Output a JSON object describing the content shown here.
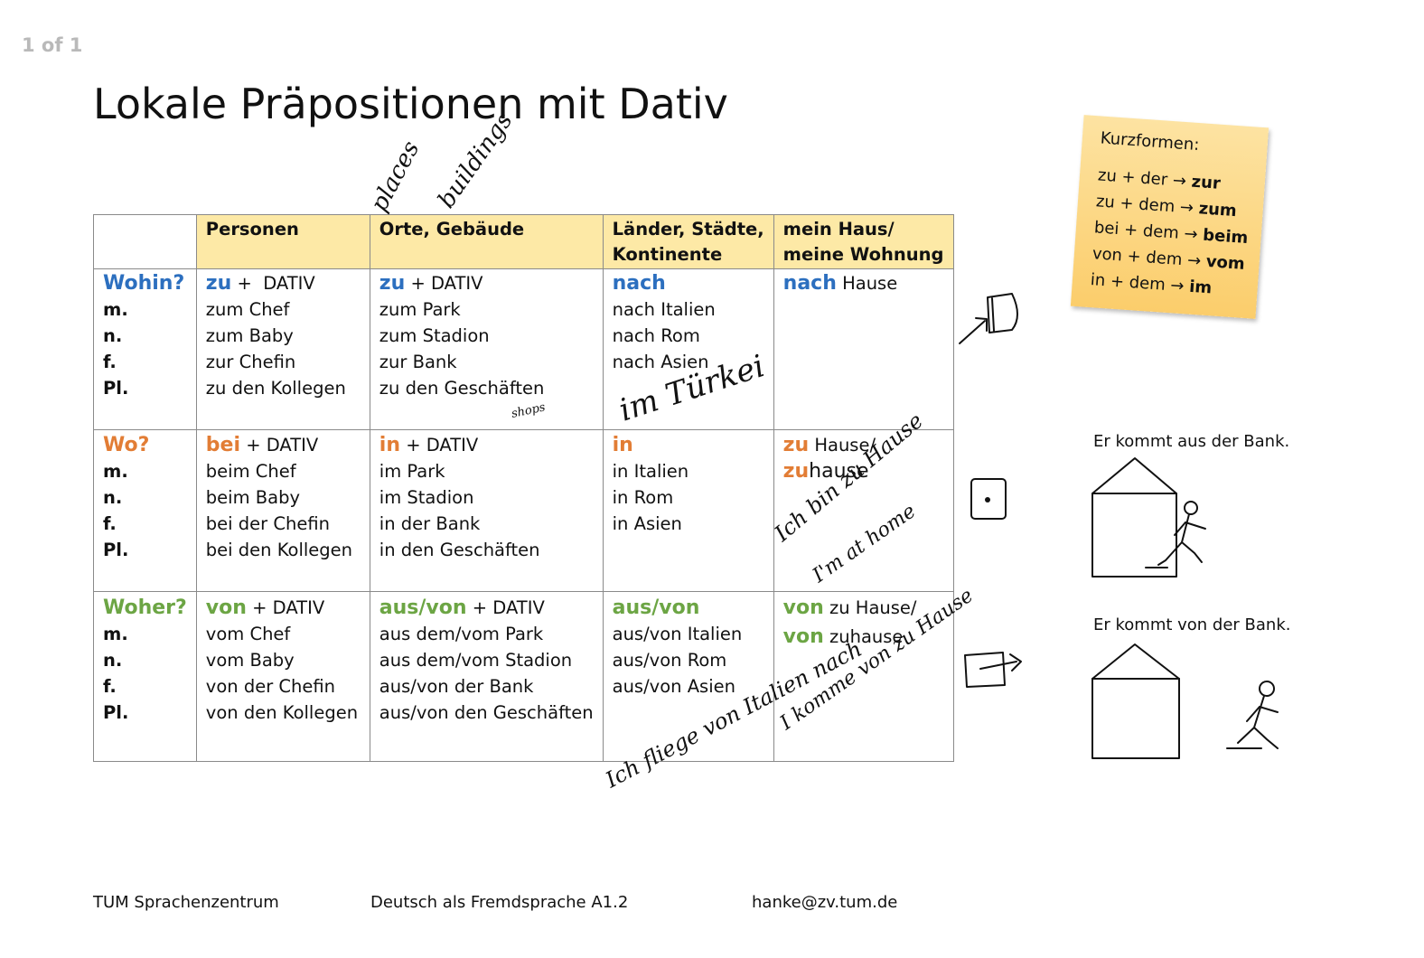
{
  "viewer": {
    "page_counter": "1 of 1"
  },
  "title": "Lokale Präpositionen mit Dativ",
  "table": {
    "headers": [
      "",
      "Personen",
      "Orte, Gebäude",
      "Länder, Städte, Kontinente",
      "mein Haus/ meine Wohnung"
    ],
    "header_lines": {
      "c1": [
        "Personen"
      ],
      "c2": [
        "Orte, Gebäude"
      ],
      "c3": [
        "Länder, Städte,",
        "Kontinente"
      ],
      "c4": [
        "mein Haus/",
        "meine Wohnung"
      ]
    },
    "rows": [
      {
        "question": "Wohin?",
        "genders": [
          "m.",
          "n.",
          "f.",
          "Pl."
        ],
        "personen": {
          "prep": "zu",
          "rest": " +  DATIV",
          "items": [
            "zum Chef",
            "zum Baby",
            "zur Chefin",
            "zu den Kollegen"
          ]
        },
        "orte": {
          "prep": "zu",
          "rest": " + DATIV",
          "items": [
            "zum Park",
            "zum Stadion",
            "zur Bank",
            "zu den Geschäften"
          ]
        },
        "laender": {
          "prep": "nach",
          "rest": "",
          "items": [
            "nach Italien",
            "nach Rom",
            "nach Asien"
          ]
        },
        "haus": {
          "line1_prep": "nach",
          "line1_rest": " Hause"
        }
      },
      {
        "question": "Wo?",
        "genders": [
          "m.",
          "n.",
          "f.",
          "Pl."
        ],
        "personen": {
          "prep": "bei",
          "rest": " + DATIV",
          "items": [
            "beim Chef",
            "beim Baby",
            "bei der Chefin",
            "bei den Kollegen"
          ]
        },
        "orte": {
          "prep": "in",
          "rest": " + DATIV",
          "items": [
            "im Park",
            "im Stadion",
            "in der Bank",
            "in den Geschäften"
          ]
        },
        "laender": {
          "prep": "in",
          "rest": "",
          "items": [
            "in Italien",
            "in Rom",
            "in Asien"
          ]
        },
        "haus": {
          "line1_prep": "zu",
          "line1_rest": " Hause/",
          "line2_prep": "zu",
          "line2_rest": "hause"
        }
      },
      {
        "question": "Woher?",
        "genders": [
          "m.",
          "n.",
          "f.",
          "Pl."
        ],
        "personen": {
          "prep": "von",
          "rest": " + DATIV",
          "items": [
            "vom Chef",
            "vom Baby",
            "von der Chefin",
            "von den Kollegen"
          ]
        },
        "orte": {
          "prep": "aus/von",
          "rest": " + DATIV",
          "items": [
            "aus dem/vom Park",
            "aus dem/vom Stadion",
            "aus/von der Bank",
            "aus/von den Geschäften"
          ]
        },
        "laender": {
          "prep": "aus/von",
          "rest": "",
          "items": [
            "aus/von Italien",
            "aus/von Rom",
            "aus/von Asien"
          ]
        },
        "haus": {
          "line1_prep": "von",
          "line1_rest": " zu Hause/",
          "line2_prep": "von",
          "line2_rest": " zuhause"
        }
      }
    ]
  },
  "kurzformen": {
    "title": "Kurzformen:",
    "items": [
      {
        "from": "zu + der",
        "to": "zur"
      },
      {
        "from": "zu + dem",
        "to": "zum"
      },
      {
        "from": "bei + dem",
        "to": "beim"
      },
      {
        "from": "von + dem",
        "to": "vom"
      },
      {
        "from": "in + dem",
        "to": "im"
      }
    ],
    "arrow": "→"
  },
  "illustrations": {
    "caption1": "Er kommt aus der Bank.",
    "caption2": "Er kommt von der Bank."
  },
  "handwriting": {
    "places": "places",
    "buildings": "buildings",
    "shops": "shops",
    "im_tuerkei": "im Türkei",
    "ich_bin_zuhause": "Ich bin zu Hause",
    "im_at_home": "I'm at home",
    "ich_komme_von_zu_hause": "I komme von zu Hause",
    "ich_fliege_von_italien_nach": "Ich fliege von Italien nach"
  },
  "footer": {
    "left": "TUM Sprachenzentrum",
    "center": "Deutsch als Fremdsprache A1.2",
    "right": "hanke@zv.tum.de"
  }
}
